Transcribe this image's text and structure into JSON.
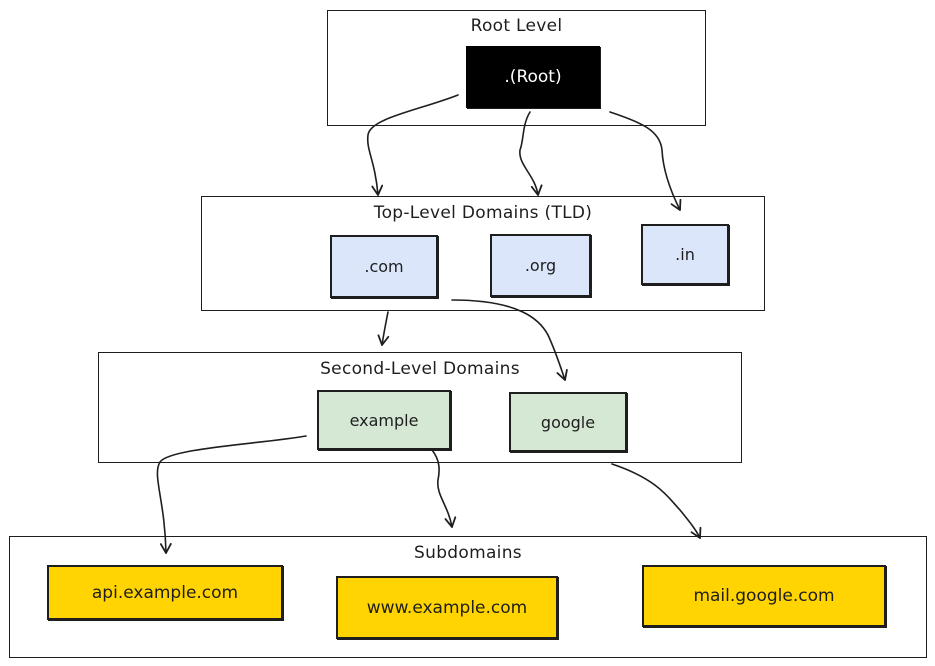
{
  "colors": {
    "root": "#000000",
    "root_text": "#ffffff",
    "tld": "#dbe6fb",
    "second": "#d5e8d4",
    "sub": "#ffd400",
    "stroke": "#1e1e1e"
  },
  "levels": {
    "root": {
      "title": "Root Level"
    },
    "tld": {
      "title": "Top-Level Domains (TLD)"
    },
    "second": {
      "title": "Second-Level Domains"
    },
    "sub": {
      "title": "Subdomains"
    }
  },
  "nodes": {
    "root": ".(Root)",
    "com": ".com",
    "org": ".org",
    "in": ".in",
    "example": "example",
    "google": "google",
    "api": "api.example.com",
    "www": "www.example.com",
    "mail": "mail.google.com"
  }
}
